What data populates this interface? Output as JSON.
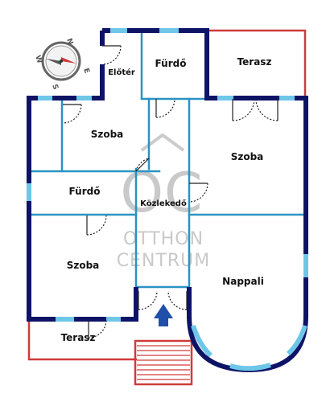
{
  "rooms": {
    "eloter": "Előtér",
    "furdo_top": "Fürdő",
    "terasz_top": "Terasz",
    "szoba_left": "Szoba",
    "szoba_right": "Szoba",
    "furdo_left": "Fürdő",
    "kozlekedo": "Közlekedő",
    "szoba_bottom": "Szoba",
    "nappali": "Nappali",
    "terasz_bottom": "Terasz"
  },
  "compass": {
    "north": "N",
    "east": "E",
    "south": "S",
    "west": "W"
  },
  "watermark": {
    "line1": "OTTHON",
    "line2": "CENTRUM",
    "logo_text": "OC"
  },
  "colors": {
    "outer_wall": "#0d1466",
    "inner_wall": "#2a93c4",
    "window": "#6ec6e8",
    "terrace": "#d03a3a",
    "entry_arrow": "#1f4fa8"
  }
}
